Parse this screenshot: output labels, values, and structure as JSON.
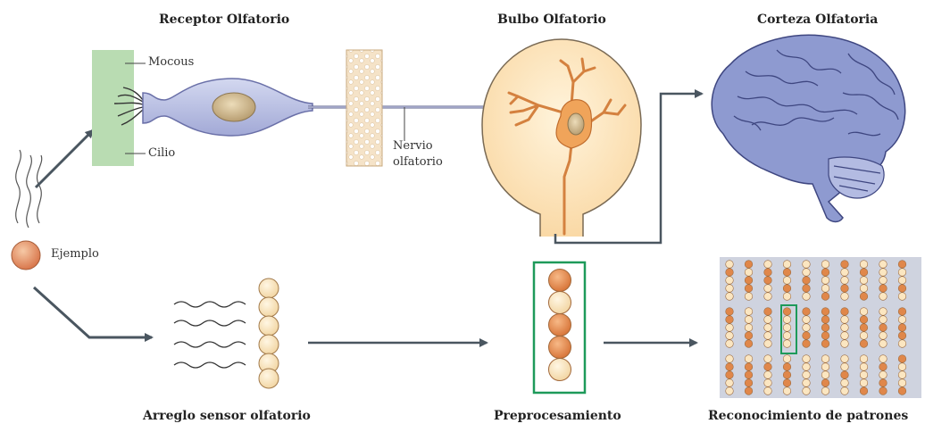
{
  "titles": {
    "receptor": "Receptor Olfatorio",
    "bulbo": "Bulbo Olfatorio",
    "corteza": "Corteza Olfatoria",
    "arreglo": "Arreglo sensor olfatorio",
    "preproc": "Preprocesamiento",
    "reconocimiento": "Reconocimiento de patrones"
  },
  "labels": {
    "mocous": "Mocous",
    "cilio": "Cilio",
    "nervio_line1": "Nervio",
    "nervio_line2": "olfatorio",
    "ejemplo": "Ejemplo"
  },
  "colors": {
    "mucus": "#b9dcb2",
    "neuron": "#bfc5e6",
    "nucleus": "#d8c39a",
    "bulb": "#fde9c4",
    "mitral": "#f0a45a",
    "brain": "#8e9ad0",
    "bone": "#f3dfc4",
    "arrow": "#4a5660",
    "highlight_box": "#1e9a5a",
    "sensor_orange": "#e68f4e",
    "sensor_cream": "#fbe6c1",
    "matrix_bg": "#cfd3df"
  },
  "icons": [
    "odor-wisps-icon",
    "sample-ball-icon",
    "sensor-wave-icon",
    "brain-icon"
  ]
}
